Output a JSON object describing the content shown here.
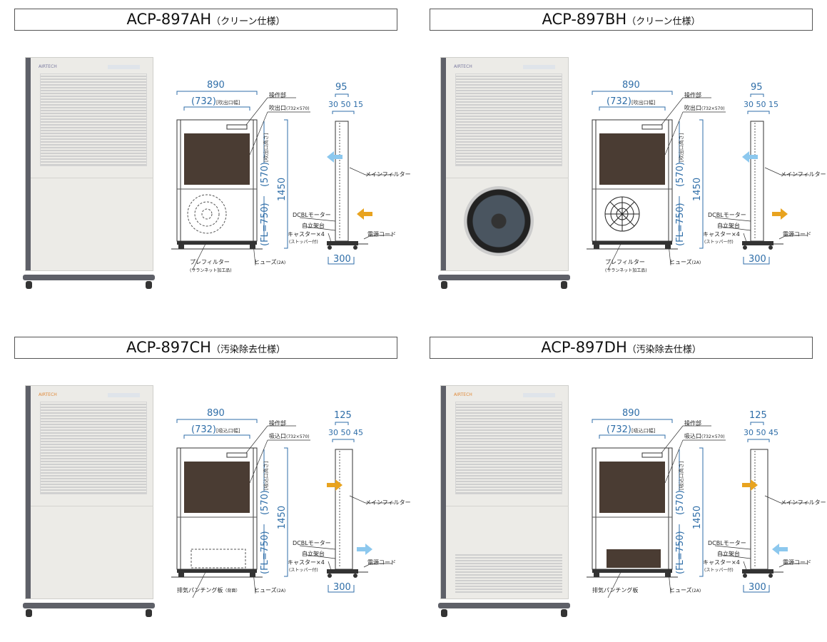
{
  "panels": [
    {
      "model": "ACP-897AH",
      "spec": "（クリーン仕様）",
      "brand": "AIRTECH",
      "width": "890",
      "outlet_width": "(732)",
      "outlet_width_label": "[吹出口幅]",
      "control_label": "操作部",
      "port_label": "吹出口",
      "port_size": "(732×570)",
      "port_height": "(570)",
      "port_height_label": "[吹出口高さ]",
      "fl": "(FL=750)",
      "height": "1450",
      "depth": "95",
      "depth_parts": "30 50 15",
      "main_filter": "メインフィルター",
      "motor": "DCBLモーター",
      "stand": "自立架台",
      "caster": "キャスター×4",
      "caster_note": "(ストッパー付)",
      "cord": "電源コード",
      "base_depth": "300",
      "lower_label": "プレフィルター",
      "lower_note": "(サランネット加工品)",
      "fuse": "ヒューズ",
      "fuse_note": "(2A)",
      "variant": "circle",
      "top_arrow": "left",
      "top_color": "#8cc8ee",
      "bottom_arrow": "left",
      "bottom_color": "#e8a31f"
    },
    {
      "model": "ACP-897BH",
      "spec": "（クリーン仕様）",
      "brand": "AIRTECH",
      "width": "890",
      "outlet_width": "(732)",
      "outlet_width_label": "[吹出口幅]",
      "control_label": "操作部",
      "port_label": "吹出口",
      "port_size": "(732×570)",
      "port_height": "(570)",
      "port_height_label": "[吹出口高さ]",
      "fl": "(FL=750)",
      "height": "1450",
      "depth": "95",
      "depth_parts": "30 50 15",
      "main_filter": "メインフィルター",
      "motor": "DCBLモーター",
      "stand": "自立架台",
      "caster": "キャスター×4",
      "caster_note": "(ストッパー付)",
      "cord": "電源コード",
      "base_depth": "300",
      "lower_label": "プレフィルター",
      "lower_note": "(サランネット加工品)",
      "fuse": "ヒューズ",
      "fuse_note": "(2A)",
      "variant": "fan",
      "top_arrow": "left",
      "top_color": "#8cc8ee",
      "bottom_arrow": "right",
      "bottom_color": "#e8a31f"
    },
    {
      "model": "ACP-897CH",
      "spec": "（汚染除去仕様）",
      "brand": "AIRTECH",
      "width": "890",
      "outlet_width": "(732)",
      "outlet_width_label": "[吸込口幅]",
      "control_label": "操作部",
      "port_label": "吸込口",
      "port_size": "(732×570)",
      "port_height": "(570)",
      "port_height_label": "[吸込口高さ]",
      "fl": "(FL=750)",
      "height": "1450",
      "depth": "125",
      "depth_parts": "30 50 45",
      "main_filter": "メインフィルター",
      "motor": "DCBLモーター",
      "stand": "自立架台",
      "caster": "キャスター×4",
      "caster_note": "(ストッパー付)",
      "cord": "電源コード",
      "base_depth": "300",
      "lower_label": "排気パンチング板",
      "lower_note": "（背面）",
      "fuse": "ヒューズ",
      "fuse_note": "(2A)",
      "variant": "dashrect",
      "top_arrow": "right",
      "top_color": "#e8a31f",
      "bottom_arrow": "right",
      "bottom_color": "#8cc8ee"
    },
    {
      "model": "ACP-897DH",
      "spec": "（汚染除去仕様）",
      "brand": "AIRTECH",
      "width": "890",
      "outlet_width": "(732)",
      "outlet_width_label": "[吸込口幅]",
      "control_label": "操作部",
      "port_label": "吸込口",
      "port_size": "(732×570)",
      "port_height": "(570)",
      "port_height_label": "[吸込口高さ]",
      "fl": "(FL=750)",
      "height": "1450",
      "depth": "125",
      "depth_parts": "30 50 45",
      "main_filter": "メインフィルター",
      "motor": "DCBLモーター",
      "stand": "自立架台",
      "caster": "キャスター×4",
      "caster_note": "(ストッパー付)",
      "cord": "電源コード",
      "base_depth": "300",
      "lower_label": "排気パンチング板",
      "lower_note": "",
      "fuse": "ヒューズ",
      "fuse_note": "(2A)",
      "variant": "grille",
      "top_arrow": "right",
      "top_color": "#e8a31f",
      "bottom_arrow": "left",
      "bottom_color": "#8cc8ee"
    }
  ]
}
